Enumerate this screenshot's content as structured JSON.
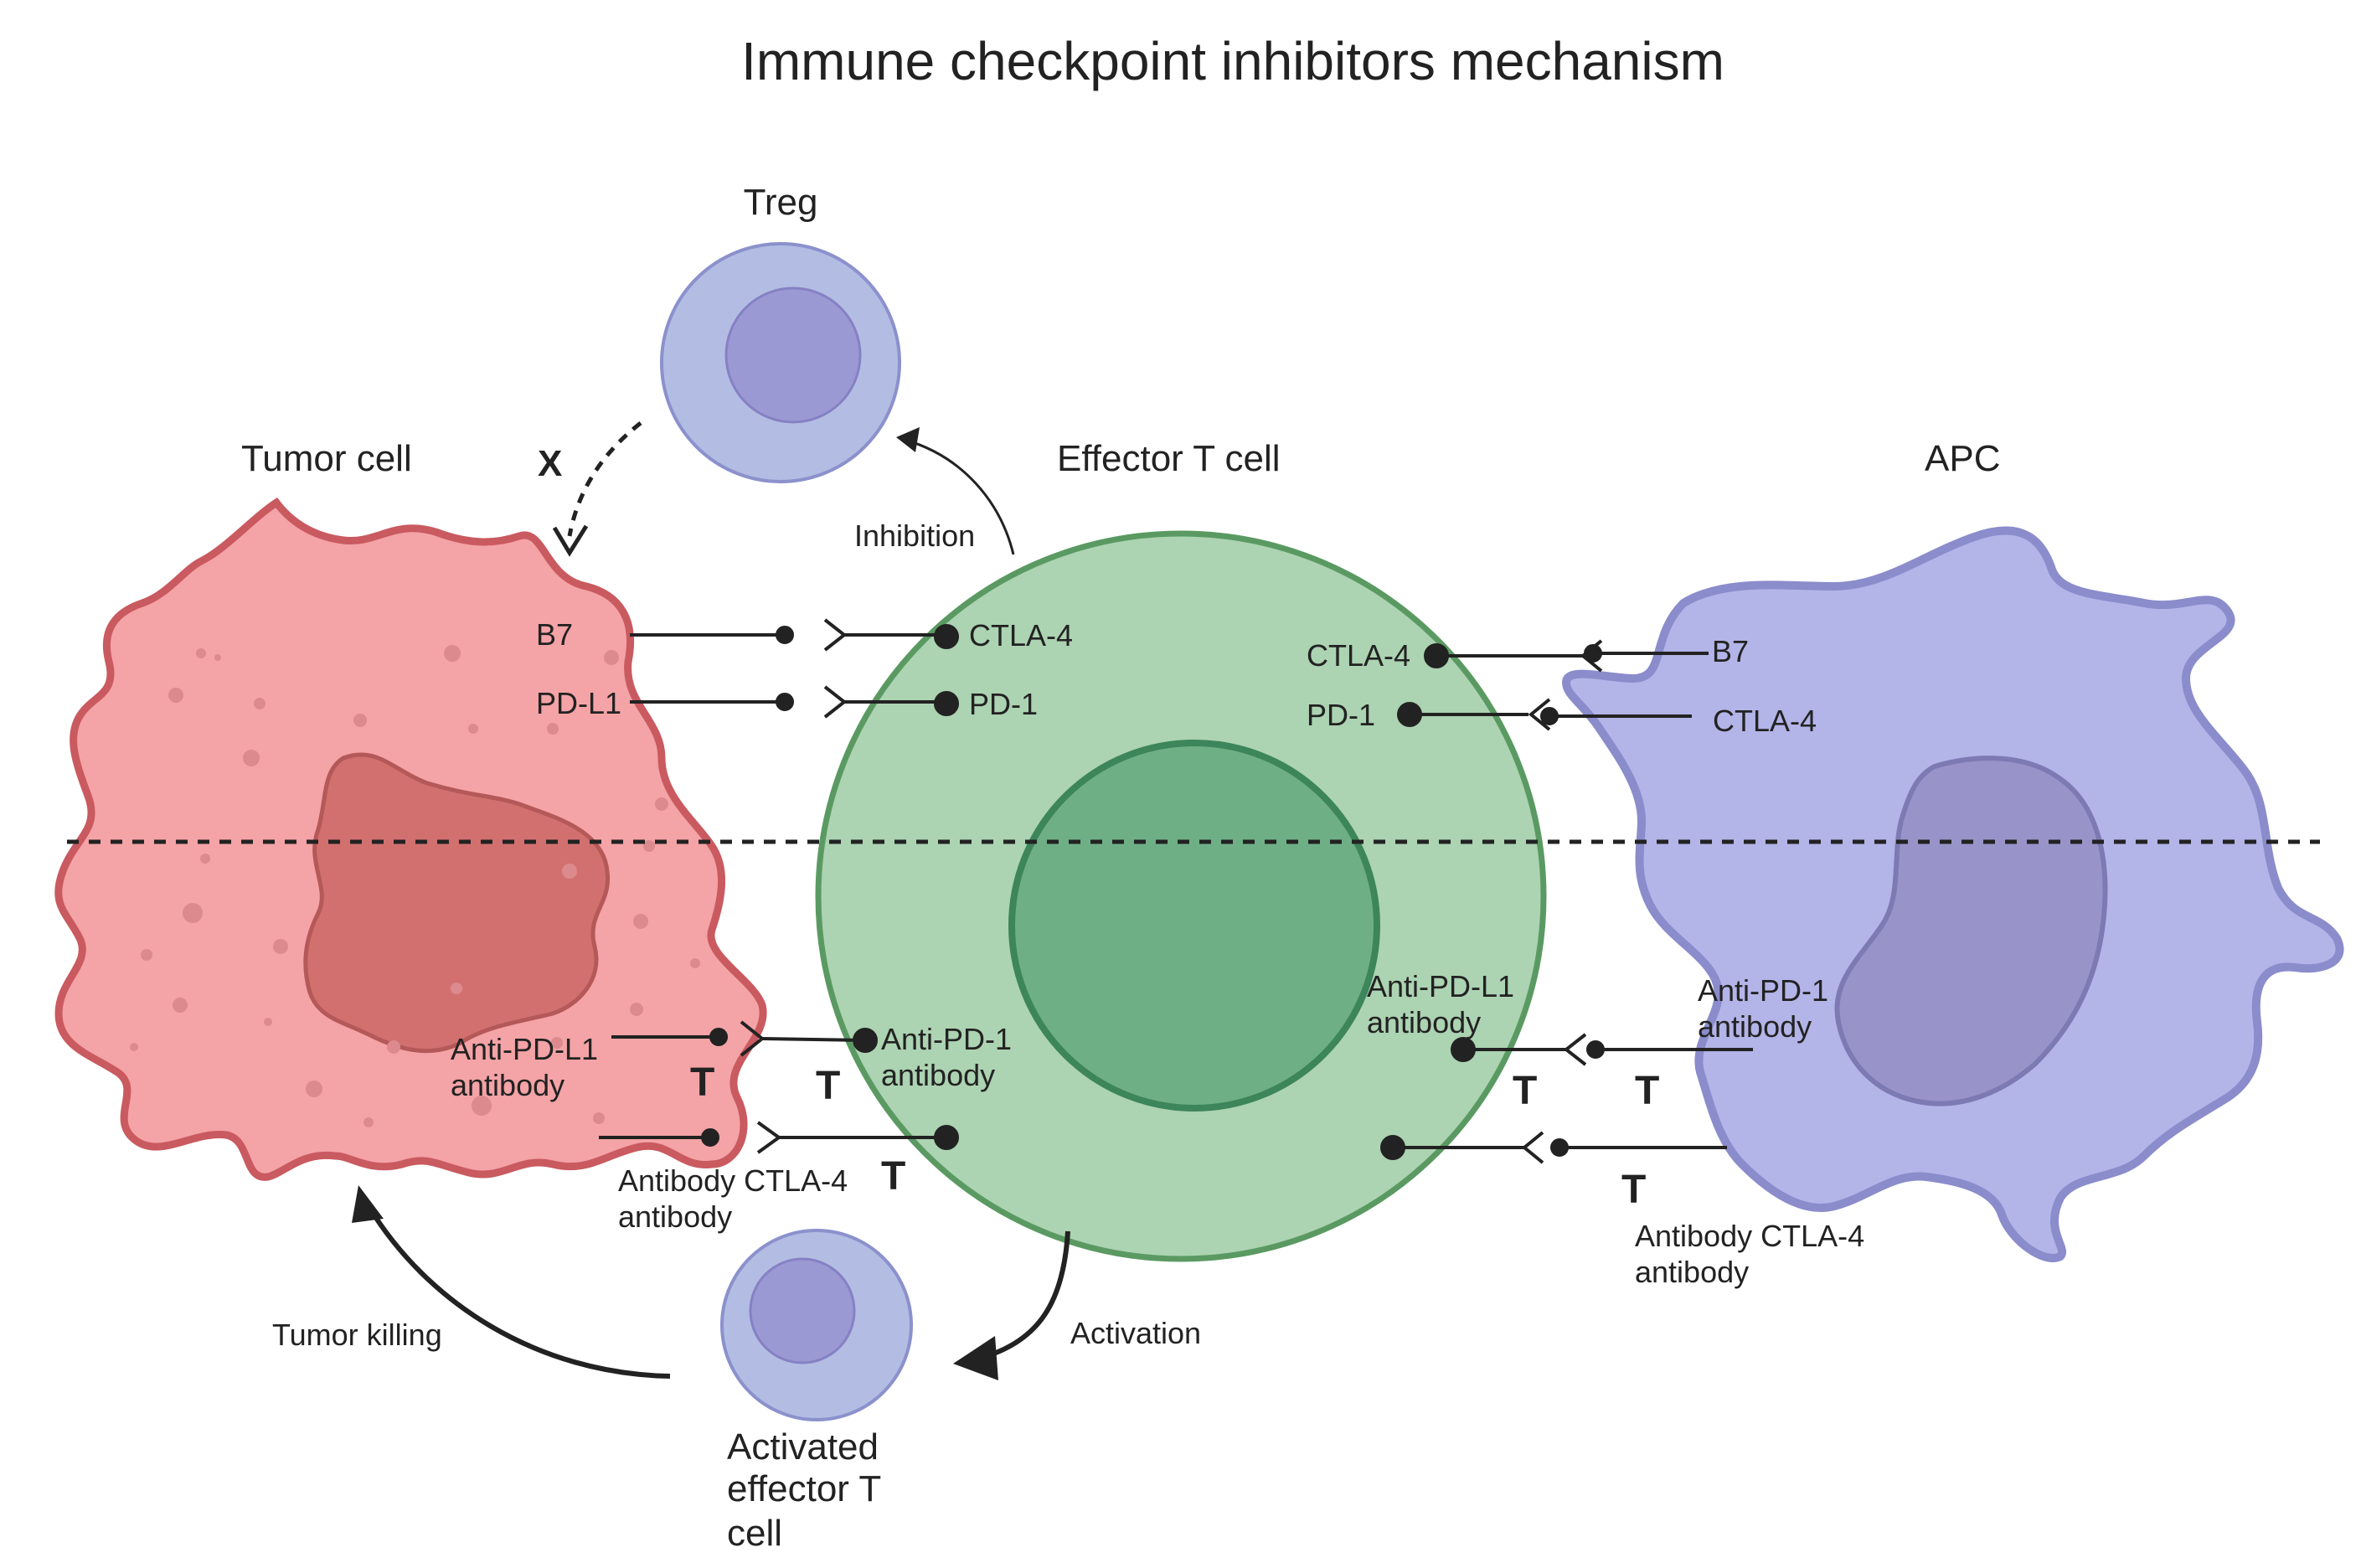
{
  "title": "Immune checkpoint inhibitors mechanism",
  "cells": {
    "treg": "Treg",
    "tumor": "Tumor cell",
    "effector": "Effector T cell",
    "apc": "APC",
    "activated": [
      "Activated",
      "effector T",
      "cell"
    ]
  },
  "arrows": {
    "blocked_mark": "X",
    "inhibition": "Inhibition",
    "activation": "Activation",
    "tumor_killing": "Tumor killing"
  },
  "left_receptors": {
    "b7": "B7",
    "pdl1": "PD-L1",
    "ctla4": "CTLA-4",
    "pd1": "PD-1"
  },
  "right_receptors": {
    "ctla4": "CTLA-4",
    "pd1": "PD-1",
    "b7": "B7",
    "apc_ctla4": "CTLA-4"
  },
  "antibodies": {
    "left_antipdl1": [
      "Anti-PD-L1",
      "antibody"
    ],
    "left_antipd1": [
      "Anti-PD-1",
      "antibody"
    ],
    "left_ctla4": [
      "Antibody CTLA-4",
      "antibody"
    ],
    "right_antipdl1": [
      "Anti-PD-L1",
      "antibody"
    ],
    "right_antipd1": [
      "Anti-PD-1",
      "antibody"
    ],
    "right_ctla4": [
      "Antibody CTLA-4",
      "antibody"
    ],
    "t_marker": "T"
  },
  "colors": {
    "tumor_fill": "#f4a3a6",
    "tumor_stroke": "#c95a60",
    "tumor_nucleus": "#d27070",
    "effector_fill": "#acd3b2",
    "effector_stroke": "#5a9a62",
    "effector_nucleus": "#6faf86",
    "apc_fill": "#b3b4e8",
    "apc_stroke": "#8a8ccb",
    "apc_nucleus": "#9894c9",
    "treg_fill": "#b3bde3",
    "treg_nucleus": "#9a99d4"
  }
}
